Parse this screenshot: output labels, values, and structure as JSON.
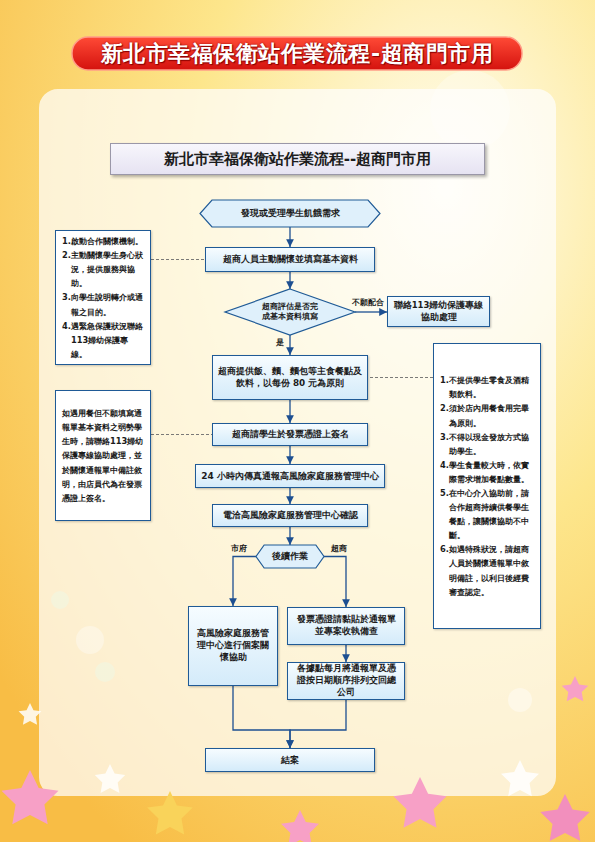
{
  "diagram": {
    "title": "新北市幸福保衛站作業流程-超商門市用",
    "nodes": [
      {
        "text": [
          "新北市幸福保衛站作業流程--超商門市用"
        ]
      },
      {
        "text": [
          "發現或受理學生飢餓需求"
        ]
      },
      {
        "text": [
          "1.啟動合作關懷機制。",
          "2.主動關懷學生身心狀況，提供服務與協助。",
          "3.向學生說明轉介或通報之目的。",
          "4.遇緊急保護狀況聯絡113婦幼保護專線。"
        ]
      },
      {
        "text": [
          "超商人員主動關懷並填寫基本資料"
        ]
      },
      {
        "text": [
          "超商評估是否完成基本資料填寫"
        ]
      },
      {
        "text": [
          "聯絡113婦幼保護專線協助處理"
        ]
      },
      {
        "text": [
          "超商提供飯、麵、麵包等主食餐點及飲料，以每份 80 元為原則"
        ]
      },
      {
        "text": [
          "1.不提供學生零食及酒精類飲料。",
          "2.須於店內用餐食用完畢為原則。",
          "3.不得以現金發放方式協助學生。",
          "4.學生食量較大時，依實際需求增加餐點數量。",
          "5.在中心介入協助前，請合作超商持續供餐學生餐點，讓關懷協助不中斷。",
          "6.如遇特殊狀況，請超商人員於關懷通報單中敘明備註，以利日後經費審查認定。"
        ]
      },
      {
        "text": [
          "如遇用餐但不願填寫通報單基本資料之弱勢學生時，請聯絡113婦幼保護專線協助處理，並於關懷通報單中備註敘明，由店員代為在發票憑證上簽名。"
        ]
      },
      {
        "text": [
          "超商請學生於發票憑證上簽名"
        ]
      },
      {
        "text": [
          "24 小時內傳真通報高風險家庭服務管理中心"
        ]
      },
      {
        "text": [
          "電洽高風險家庭服務管理中心確認"
        ]
      },
      {
        "text": [
          "後續作業"
        ]
      },
      {
        "text": [
          "高風險家庭服務管理中心進行個案關懷協助"
        ]
      },
      {
        "text": [
          "發票憑證請黏貼於通報單並專案收執備查"
        ]
      },
      {
        "text": [
          "各據點每月將通報單及憑證按日期順序排列交回總公司"
        ]
      },
      {
        "text": [
          "結案"
        ]
      }
    ],
    "edges": [
      {
        "from": 1,
        "to": 3,
        "arrow": "to"
      },
      {
        "from": 3,
        "to": 4,
        "arrow": "to"
      },
      {
        "from": 4,
        "to": 5,
        "label": "不願配合",
        "arrow": "to"
      },
      {
        "from": 4,
        "to": 6,
        "label": "是",
        "arrow": "to"
      },
      {
        "from": 6,
        "to": 9,
        "arrow": "to"
      },
      {
        "from": 9,
        "to": 10,
        "arrow": "to"
      },
      {
        "from": 10,
        "to": 11,
        "arrow": "to"
      },
      {
        "from": 11,
        "to": 12,
        "arrow": "to"
      },
      {
        "from": 12,
        "to": 13,
        "label": "市府",
        "arrow": "to"
      },
      {
        "from": 12,
        "to": 14,
        "label": "超商",
        "arrow": "to"
      },
      {
        "from": 14,
        "to": 15,
        "arrow": "to"
      },
      {
        "from": 13,
        "to": 16,
        "arrow": "to"
      },
      {
        "from": 15,
        "to": 16,
        "arrow": "to"
      },
      {
        "from": 2,
        "to": 3,
        "arrow": "none"
      },
      {
        "from": 7,
        "to": 6,
        "arrow": "none"
      },
      {
        "from": 8,
        "to": 9,
        "arrow": "none"
      }
    ]
  }
}
